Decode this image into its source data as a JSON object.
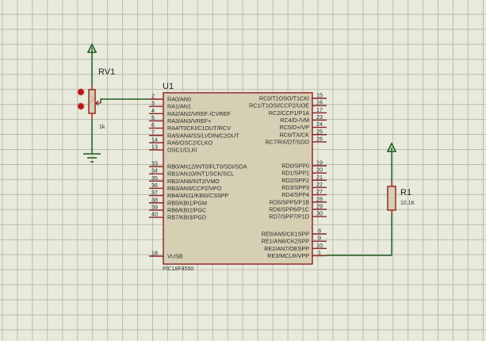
{
  "schematic": {
    "background_color": "#e8eadc",
    "grid_color": "#b9bdae",
    "wire_color": "#1f5a1f",
    "component_color": "#8b1f1f",
    "body_fill": "#d6cfb4",
    "components": {
      "rv1": {
        "ref": "RV1",
        "value": "1k",
        "type": "potentiometer"
      },
      "r1": {
        "ref": "R1",
        "value": "10.1K",
        "type": "resistor"
      },
      "u1": {
        "ref": "U1",
        "part": "PIC18F4550",
        "left_pins": [
          {
            "num": "2",
            "label": "RA0/AN0"
          },
          {
            "num": "3",
            "label": "RA1/AN1"
          },
          {
            "num": "4",
            "label": "RA2/AN2/VREF-/CVREF"
          },
          {
            "num": "5",
            "label": "RA3/AN3/VREF+"
          },
          {
            "num": "6",
            "label": "RA4/T0CKI/C1OUT/RCV"
          },
          {
            "num": "7",
            "label": "RA5/AN4/SS/LVDIN/C2OUT"
          },
          {
            "num": "14",
            "label": "RA6/OSC2/CLKO"
          },
          {
            "num": "13",
            "label": "OSC1/CLKI"
          },
          {
            "num": "33",
            "label": "RB0/AN12/INT0/FLT0/SDI/SDA"
          },
          {
            "num": "34",
            "label": "RB1/AN10/INT1/SCK/SCL"
          },
          {
            "num": "35",
            "label": "RB2/AN8/INT2/VMO"
          },
          {
            "num": "36",
            "label": "RB3/AN9/CCP2/VPO"
          },
          {
            "num": "37",
            "label": "RB4/AN11/KBI0/CSSPP"
          },
          {
            "num": "38",
            "label": "RB5/KBI1/PGM"
          },
          {
            "num": "39",
            "label": "RB6/KBI2/PGC"
          },
          {
            "num": "40",
            "label": "RB7/KBI3/PGD"
          },
          {
            "num": "18",
            "label": "VUSB"
          }
        ],
        "right_pins": [
          {
            "num": "15",
            "label": "RC0/T1OSO/T1CKI"
          },
          {
            "num": "16",
            "label": "RC1/T1OSI/CCP2/UOE"
          },
          {
            "num": "17",
            "label": "RC2/CCP1/P1A"
          },
          {
            "num": "23",
            "label": "RC4/D-/VM"
          },
          {
            "num": "24",
            "label": "RC5/D+/VP"
          },
          {
            "num": "25",
            "label": "RC6/TX/CK"
          },
          {
            "num": "26",
            "label": "RC7/RX/DT/SDO"
          },
          {
            "num": "19",
            "label": "RD0/SPP0"
          },
          {
            "num": "20",
            "label": "RD1/SPP1"
          },
          {
            "num": "21",
            "label": "RD2/SPP2"
          },
          {
            "num": "22",
            "label": "RD3/SPP3"
          },
          {
            "num": "27",
            "label": "RD4/SPP4"
          },
          {
            "num": "28",
            "label": "RD5/SPP5/P1B"
          },
          {
            "num": "29",
            "label": "RD6/SPP6/P1C"
          },
          {
            "num": "30",
            "label": "RD7/SPP7/P1D"
          },
          {
            "num": "8",
            "label": "RE0/AN5/CK1SPP"
          },
          {
            "num": "9",
            "label": "RE1/AN6/CK2SPP"
          },
          {
            "num": "10",
            "label": "RE2/AN7/OESPP"
          },
          {
            "num": "1",
            "label": "RE3/MCLR/VPP"
          }
        ]
      }
    }
  }
}
